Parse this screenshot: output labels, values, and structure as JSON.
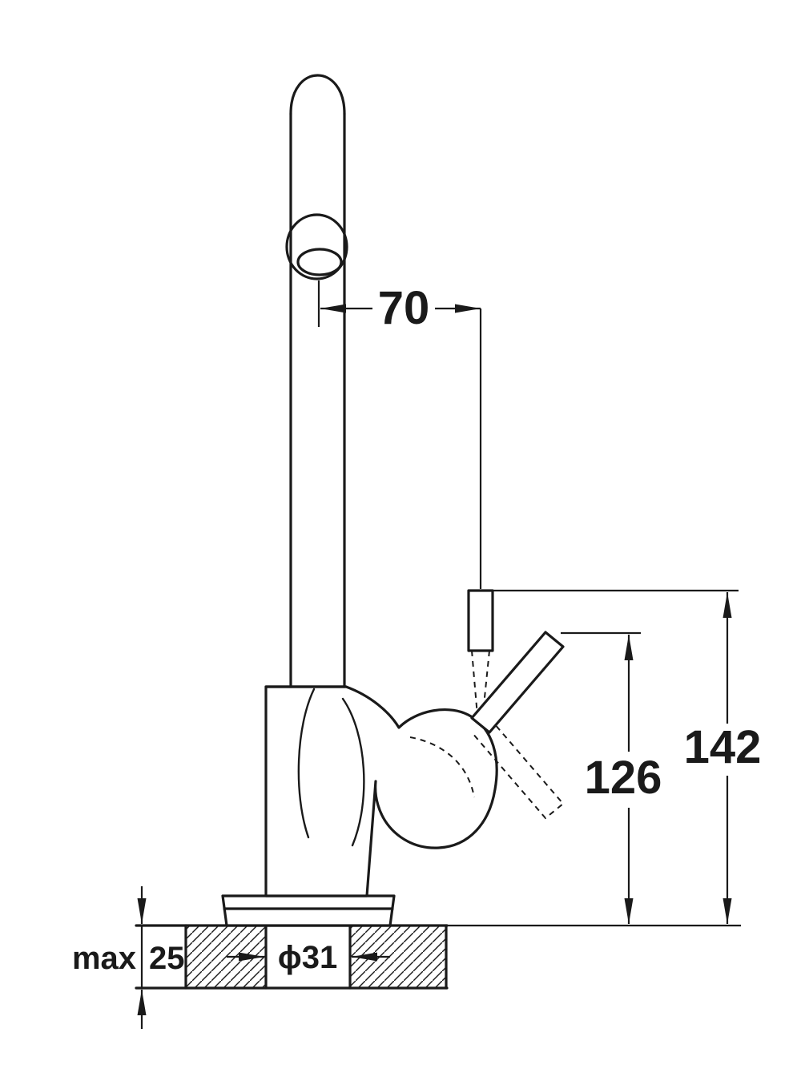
{
  "colors": {
    "line": "#1a1a1a",
    "background": "#ffffff"
  },
  "drawing": {
    "dimensions": {
      "spout_reach": "70",
      "overall_height": "142",
      "lever_height": "126",
      "mount_thickness_prefix": "max",
      "mount_thickness_value": "25",
      "hole_diameter": "ϕ31"
    }
  }
}
